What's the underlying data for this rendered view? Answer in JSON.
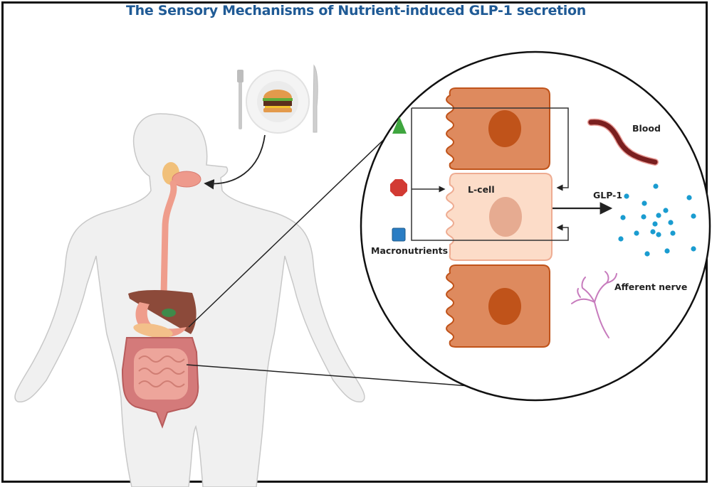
{
  "title": "The Sensory Mechanisms of Nutrient-induced GLP-1 secretion",
  "labels": {
    "blood": "Blood",
    "l_cell": "L-cell",
    "glp1": "GLP-1",
    "macronutrients": "Macronutrients",
    "afferent_nerve": "Afferent nerve"
  },
  "icons": {
    "meal": "burger-plate-icon",
    "fork": "fork-icon",
    "knife": "knife-icon",
    "nutrient_1": "green-triangle-icon",
    "nutrient_2": "red-octagon-icon",
    "nutrient_3": "blue-square-icon"
  },
  "colors": {
    "title": "#1f5a95",
    "enterocyte": "#de8a5e",
    "enterocyte_border": "#c0531a",
    "nucleus": "#c0531a",
    "l_cell": "#fcdcc8",
    "l_cell_border": "#eeac92",
    "l_cell_nucleus": "#e6ab91",
    "glp1_dots": "#1a9cd0",
    "blood_vessel": "#7a1f1f",
    "nerve": "#c77bbd",
    "nutrient_triangle": "#3fa63f",
    "nutrient_octagon": "#d23a33",
    "nutrient_square": "#2a7dc4"
  }
}
